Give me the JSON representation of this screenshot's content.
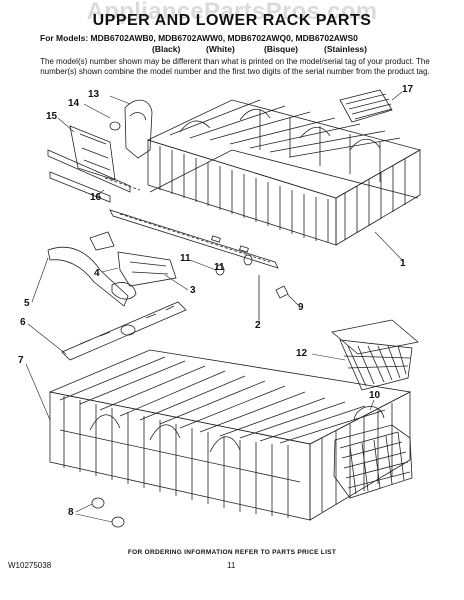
{
  "watermark": "AppliancePartsPros.com",
  "title": "UPPER AND LOWER RACK PARTS",
  "models_line": "For Models: MDB6702AWB0, MDB6702AWW0, MDB6702AWQ0, MDB6702AWS0",
  "colors": [
    "(Black)",
    "(White)",
    "(Bisque)",
    "(Stainless)"
  ],
  "note": "The model(s) number shown may be different than what is printed on the model/serial tag of your product. The number(s) shown combine the model number and the first two digits of the serial number from the product tag.",
  "callouts": [
    "1",
    "2",
    "3",
    "4",
    "5",
    "6",
    "7",
    "8",
    "9",
    "10",
    "11",
    "11",
    "12",
    "13",
    "14",
    "15",
    "16",
    "17"
  ],
  "footer": "FOR ORDERING INFORMATION REFER TO PARTS PRICE LIST",
  "doc_number": "W10275038",
  "page_number": "11"
}
